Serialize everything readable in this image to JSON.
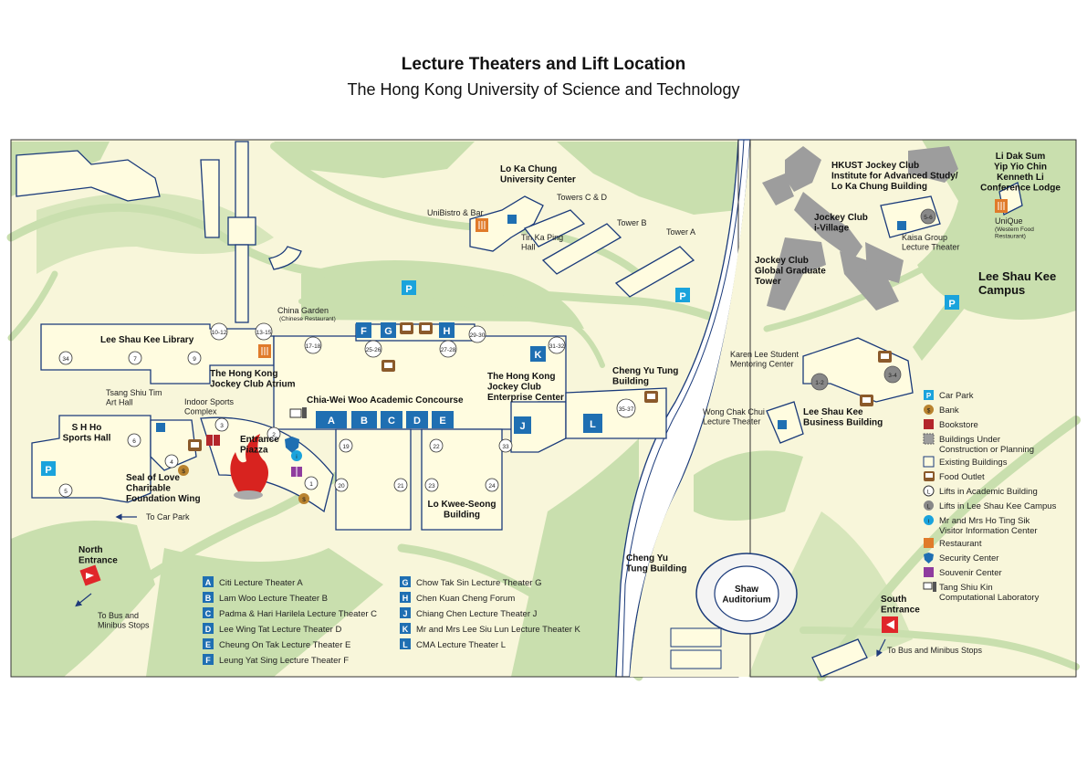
{
  "header": {
    "title": "Lecture Theaters and Lift Location",
    "subtitle": "The Hong Kong University of Science and Technology"
  },
  "colors": {
    "land": "#f8f6da",
    "green": "#c9dfae",
    "building_outline": "#1a3a7a",
    "theater_blue": "#1f6fb2",
    "car_park": "#1aa3dc",
    "food": "#8b5a2b",
    "restaurant": "#e07b2a",
    "entrance_red": "#e0262a"
  },
  "labels": {
    "lo_ka_chung_uc": "Lo Ka Chung\nUniversity Center",
    "towers_cd": "Towers C & D",
    "unibistro": "UniBistro & Bar",
    "tin_ka_ping": "Tin Ka Ping\nHall",
    "tower_b": "Tower B",
    "tower_a": "Tower A",
    "china_garden": "China Garden",
    "china_garden_sub": "(Chinese Restaurant)",
    "lsk_library": "Lee Shau Kee Library",
    "hkjc_atrium": "The Hong Kong\nJockey Club Atrium",
    "tsang_shiu_tim": "Tsang Shiu Tim\nArt Hall",
    "indoor_sports": "Indoor Sports\nComplex",
    "sh_ho": "S H Ho\nSports Hall",
    "seal_of_love": "Seal of Love\nCharitable\nFoundation Wing",
    "to_car_park": "To Car Park",
    "entrance_piazza": "Entrance\nPiazza",
    "concourse": "Chia-Wei Woo Academic Concourse",
    "enterprise_center": "The Hong Kong\nJockey Club\nEnterprise Center",
    "cheng_yu_tung_bldg": "Cheng Yu Tung\nBuilding",
    "lo_kwee_seong": "Lo Kwee-Seong\nBuilding",
    "north_entrance": "North\nEntrance",
    "to_bus_north": "To Bus and\nMinibus Stops",
    "cheng_yu_tung_2": "Cheng Yu\nTung Building",
    "shaw_auditorium": "Shaw\nAuditorium",
    "ias": "HKUST Jockey Club\nInstitute for Advanced Study/\nLo Ka Chung Building",
    "li_dak_sum": "Li Dak Sum\nYip Yio Chin\nKenneth Li\nConference Lodge",
    "unique": "UniQue",
    "unique_sub": "(Western Food\nRestaurant)",
    "jc_ivillage": "Jockey Club\ni-Village",
    "kaisa": "Kaisa Group\nLecture Theater",
    "jc_ggt": "Jockey Club\nGlobal Graduate\nTower",
    "lsk_campus": "Lee Shau Kee\nCampus",
    "karen_lee": "Karen Lee Student\nMentoring Center",
    "wong_chak_chui": "Wong Chak Chui\nLecture Theater",
    "lsk_business": "Lee Shau Kee\nBusiness Building",
    "south_entrance": "South\nEntrance",
    "to_bus_south": "To Bus and Minibus Stops"
  },
  "lifts": [
    "10-12",
    "13-15",
    "17-18",
    "25-26",
    "27-28",
    "29-30",
    "31-32",
    "35-37",
    "34",
    "7",
    "9",
    "6",
    "5",
    "4",
    "3",
    "2",
    "1",
    "19",
    "20",
    "21",
    "22",
    "23",
    "24",
    "33",
    "1-2",
    "3-4",
    "5-6"
  ],
  "theater_codes": [
    "A",
    "B",
    "C",
    "D",
    "E",
    "F",
    "G",
    "H",
    "J",
    "K",
    "L"
  ],
  "theaters": [
    {
      "code": "A",
      "name": "Citi Lecture Theater A"
    },
    {
      "code": "B",
      "name": "Lam Woo Lecture Theater B"
    },
    {
      "code": "C",
      "name": "Padma & Hari Harilela Lecture Theater C"
    },
    {
      "code": "D",
      "name": "Lee Wing Tat Lecture Theater D"
    },
    {
      "code": "E",
      "name": "Cheung On Tak Lecture Theater E"
    },
    {
      "code": "F",
      "name": "Leung Yat Sing Lecture Theater F"
    },
    {
      "code": "G",
      "name": "Chow Tak Sin Lecture Theater G"
    },
    {
      "code": "H",
      "name": "Chen Kuan Cheng Forum"
    },
    {
      "code": "J",
      "name": "Chiang Chen Lecture Theater J"
    },
    {
      "code": "K",
      "name": "Mr and Mrs Lee Siu Lun Lecture Theater K"
    },
    {
      "code": "L",
      "name": "CMA Lecture Theater L"
    }
  ],
  "legend": [
    {
      "icon": "car-park-icon",
      "label": "Car Park"
    },
    {
      "icon": "bank-icon",
      "label": "Bank"
    },
    {
      "icon": "bookstore-icon",
      "label": "Bookstore"
    },
    {
      "icon": "construction-icon",
      "label": "Buildings Under\nConstruction or Planning"
    },
    {
      "icon": "existing-building-icon",
      "label": "Existing Buildings"
    },
    {
      "icon": "food-outlet-icon",
      "label": "Food Outlet"
    },
    {
      "icon": "lift-academic-icon",
      "label": "Lifts in Academic Building"
    },
    {
      "icon": "lift-lsk-icon",
      "label": "Lifts in Lee Shau Kee Campus"
    },
    {
      "icon": "info-icon",
      "label": "Mr and Mrs Ho Ting Sik\nVisitor Information Center"
    },
    {
      "icon": "restaurant-icon",
      "label": "Restaurant"
    },
    {
      "icon": "security-icon",
      "label": "Security Center"
    },
    {
      "icon": "souvenir-icon",
      "label": "Souvenir Center"
    },
    {
      "icon": "computer-lab-icon",
      "label": "Tang Shiu Kin\nComputational Laboratory"
    }
  ],
  "map_symbols": {
    "car_park_letter": "P",
    "bank_letter": "$",
    "info_letter": "i"
  }
}
